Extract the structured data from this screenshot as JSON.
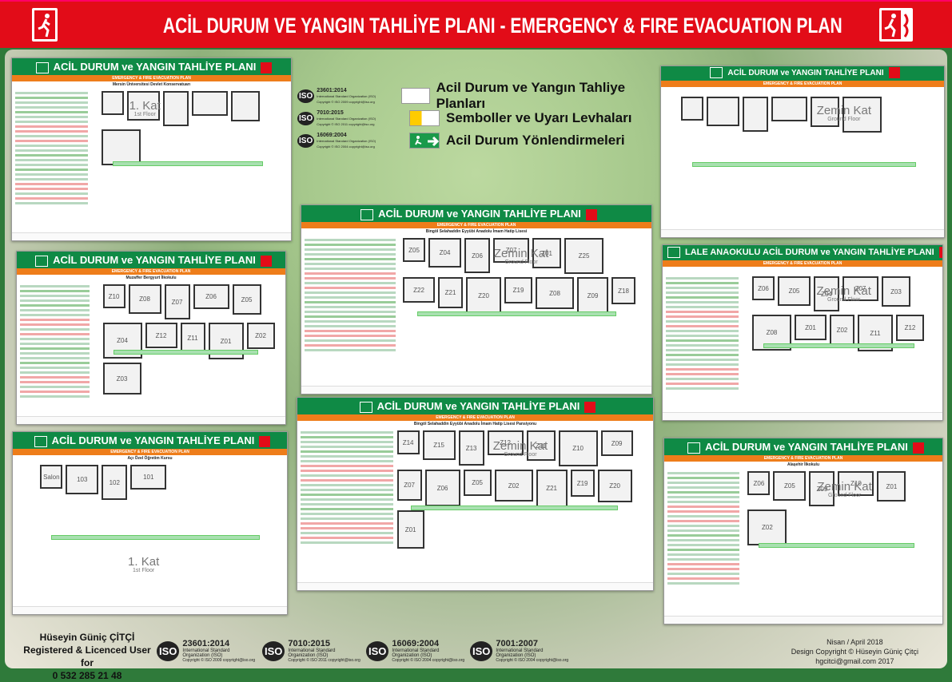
{
  "header": {
    "title": "ACİL DURUM VE YANGIN TAHLİYE PLANI - EMERGENCY & FIRE EVACUATION PLAN"
  },
  "standards_block": [
    {
      "code": "23601:2014",
      "org": "International Standard Organization (ISO)",
      "copy": "Copyright © ISO 2009 copyright@iso.org",
      "caption": "Acil Durum ve Yangın Tahliye Planları"
    },
    {
      "code": "7010:2015",
      "org": "International Standard Organization (ISO)",
      "copy": "Copyright © ISO 2011 copyright@iso.org",
      "caption": "Semboller ve Uyarı Levhaları"
    },
    {
      "code": "16069:2004",
      "org": "International Standard Organization (ISO)",
      "copy": "Copyright © ISO 2004 copyright@iso.org",
      "caption": "Acil Durum Yönlendirmeleri"
    }
  ],
  "panels": [
    {
      "title": "ACİL DURUM ve YANGIN TAHLİYE PLANI",
      "subtitle": "EMERGENCY & FIRE EVACUATION PLAN",
      "name": "Mersin Üniversitesi Devlet Konservatuarı",
      "floor": "1. Kat",
      "floor_en": "1st Floor",
      "rooms": [
        "",
        "",
        "",
        "",
        "",
        ""
      ]
    },
    {
      "title": "ACİL DURUM ve YANGIN TAHLİYE PLANI",
      "subtitle": "EMERGENCY & FIRE EVACUATION PLAN",
      "name": "Muzaffer Bergyurt İlkokulu",
      "floor": "",
      "floor_en": "",
      "rooms": [
        "Z10",
        "Z08",
        "Z07",
        "Z06",
        "Z05",
        "Z04",
        "Z12",
        "Z11",
        "Z01",
        "Z02",
        "Z03"
      ]
    },
    {
      "title": "ACİL DURUM ve YANGIN TAHLİYE PLANI",
      "subtitle": "EMERGENCY & FIRE EVACUATION PLAN",
      "name": "Açı Özel Öğretim Kursu",
      "floor": "1. Kat",
      "floor_en": "1st Floor",
      "rooms": [
        "Salon",
        "103",
        "102",
        "101"
      ]
    },
    {
      "title": "ACİL DURUM ve YANGIN TAHLİYE PLANI",
      "subtitle": "EMERGENCY & FIRE EVACUATION PLAN",
      "name": "Bingöl Selahaddin Eyyübi Anadolu İmam Hatip Lisesi",
      "floor": "Zemin Kat",
      "floor_en": "Ground Floor",
      "rooms": [
        "Z05",
        "Z04",
        "Z06",
        "Z07",
        "Z01",
        "Z25",
        "Z22",
        "Z21",
        "Z20",
        "Z19",
        "Z08",
        "Z09",
        "Z18"
      ]
    },
    {
      "title": "ACİL DURUM ve YANGIN TAHLİYE PLANI",
      "subtitle": "EMERGENCY & FIRE EVACUATION PLAN",
      "name": "Bingöl Selahaddin Eyyübi Anadolu İmam Hatip Lisesi Pansiyonu",
      "floor": "Zemin Kat",
      "floor_en": "Ground Floor",
      "rooms": [
        "Z14",
        "Z15",
        "Z13",
        "Z12",
        "Z11",
        "Z10",
        "Z09",
        "Z07",
        "Z06",
        "Z05",
        "Z02",
        "Z21",
        "Z19",
        "Z20",
        "Z01"
      ]
    },
    {
      "title": "ACİL DURUM ve YANGIN TAHLİYE PLANI",
      "subtitle": "EMERGENCY & FIRE EVACUATION PLAN",
      "name": "",
      "floor": "Zemin Kat",
      "floor_en": "Ground Floor",
      "rooms": [
        "",
        "",
        "",
        "",
        "",
        ""
      ]
    },
    {
      "title": "LALE ANAOKULU ACİL DURUM ve YANGIN TAHLİYE PLANI",
      "subtitle": "EMERGENCY & FIRE EVACUATION PLAN",
      "name": "",
      "floor": "Zemin Kat",
      "floor_en": "Ground Floor",
      "rooms": [
        "Z06",
        "Z05",
        "Z04",
        "Z07",
        "Z03",
        "Z08",
        "Z01",
        "Z02",
        "Z11",
        "Z12"
      ]
    },
    {
      "title": "ACİL DURUM ve YANGIN TAHLİYE PLANI",
      "subtitle": "EMERGENCY & FIRE EVACUATION PLAN",
      "name": "Alaşehir İlkokulu",
      "floor": "Zemin Kat",
      "floor_en": "Ground Floor",
      "rooms": [
        "Z06",
        "Z05",
        "Z09",
        "Z10",
        "Z01",
        "Z02"
      ]
    }
  ],
  "footer": {
    "author_lines": [
      "Hüseyin Güniç ÇİTÇİ",
      "Registered & Licenced User for",
      "0 532 285 21 48"
    ],
    "iso": [
      {
        "code": "23601:2014",
        "org1": "International Standard",
        "org2": "Organization (ISO)",
        "copy": "Copyright © ISO 2009 copyright@iso.org"
      },
      {
        "code": "7010:2015",
        "org1": "International Standard",
        "org2": "Organization (ISO)",
        "copy": "Copyright © ISO 2011 copyright@iso.org"
      },
      {
        "code": "16069:2004",
        "org1": "International Standard",
        "org2": "Organization (ISO)",
        "copy": "Copyright © ISO 2004 copyright@iso.org"
      },
      {
        "code": "7001:2007",
        "org1": "International Standard",
        "org2": "Organization (ISO)",
        "copy": "Copyright © ISO 2004 copyright@iso.org"
      }
    ],
    "iso_logo": "ISO",
    "right_lines": [
      "Nisan / April 2018",
      "Design Copyright © Hüseyin Güniç Çitçi",
      "hgcitci@gmail.com 2017"
    ]
  }
}
